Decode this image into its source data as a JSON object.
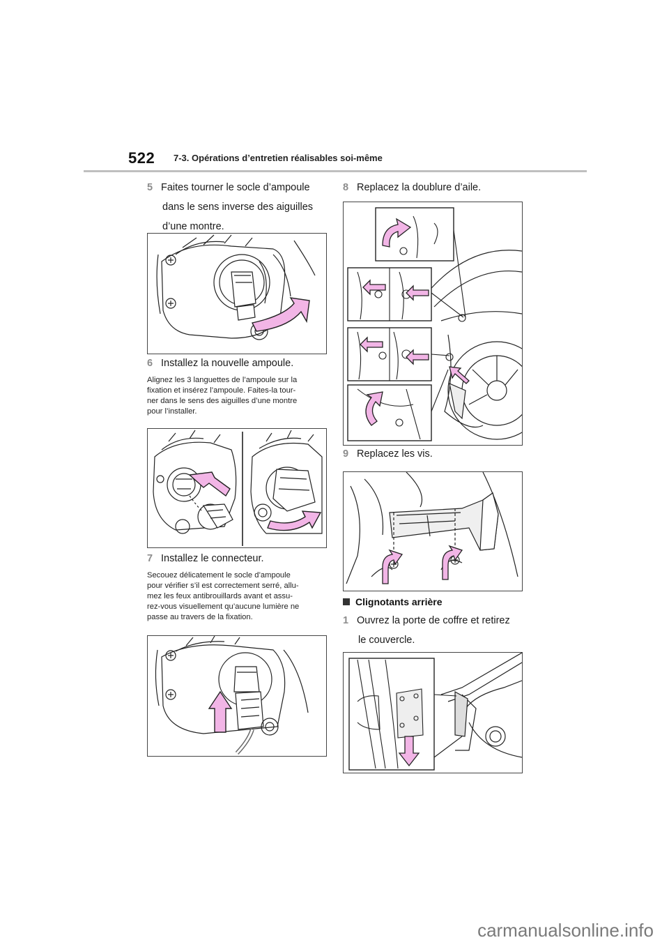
{
  "header": {
    "page_number": "522",
    "section_title": "7-3. Opérations d’entretien réalisables soi-même"
  },
  "left": {
    "step5": {
      "num": "5",
      "line1": "Faites tourner le socle d’ampoule",
      "line2": "dans le sens inverse des aiguilles",
      "line3": "d’une montre."
    },
    "step6": {
      "num": "6",
      "text": "Installez la nouvelle ampoule."
    },
    "note6": {
      "line1": "Alignez les 3 languettes de l’ampoule sur la",
      "line2": "fixation et insérez l’ampoule. Faites-la tour-",
      "line3": "ner dans le sens des aiguilles d’une montre",
      "line4": "pour l’installer."
    },
    "step7": {
      "num": "7",
      "text": "Installez le connecteur."
    },
    "note7": {
      "line1": "Secouez délicatement le socle d’ampoule",
      "line2": "pour vérifier s’il est correctement serré, allu-",
      "line3": "mez les feux antibrouillards avant et assu-",
      "line4": "rez-vous visuellement qu’aucune lumière ne",
      "line5": "passe au travers de la fixation."
    }
  },
  "right": {
    "step8": {
      "num": "8",
      "text": "Replacez la doublure d’aile."
    },
    "step9": {
      "num": "9",
      "text": "Replacez les vis."
    },
    "subheading": "Clignotants arrière",
    "step1": {
      "num": "1",
      "line1": "Ouvrez la porte de coffre et retirez",
      "line2": "le couvercle."
    }
  },
  "footer": {
    "watermark": "carmanualsonline.info"
  },
  "colors": {
    "arrow_fill": "#f2b5e6",
    "arrow_stroke": "#222222",
    "rule": "#bfbfbf",
    "step_number": "#8c8c8c"
  }
}
